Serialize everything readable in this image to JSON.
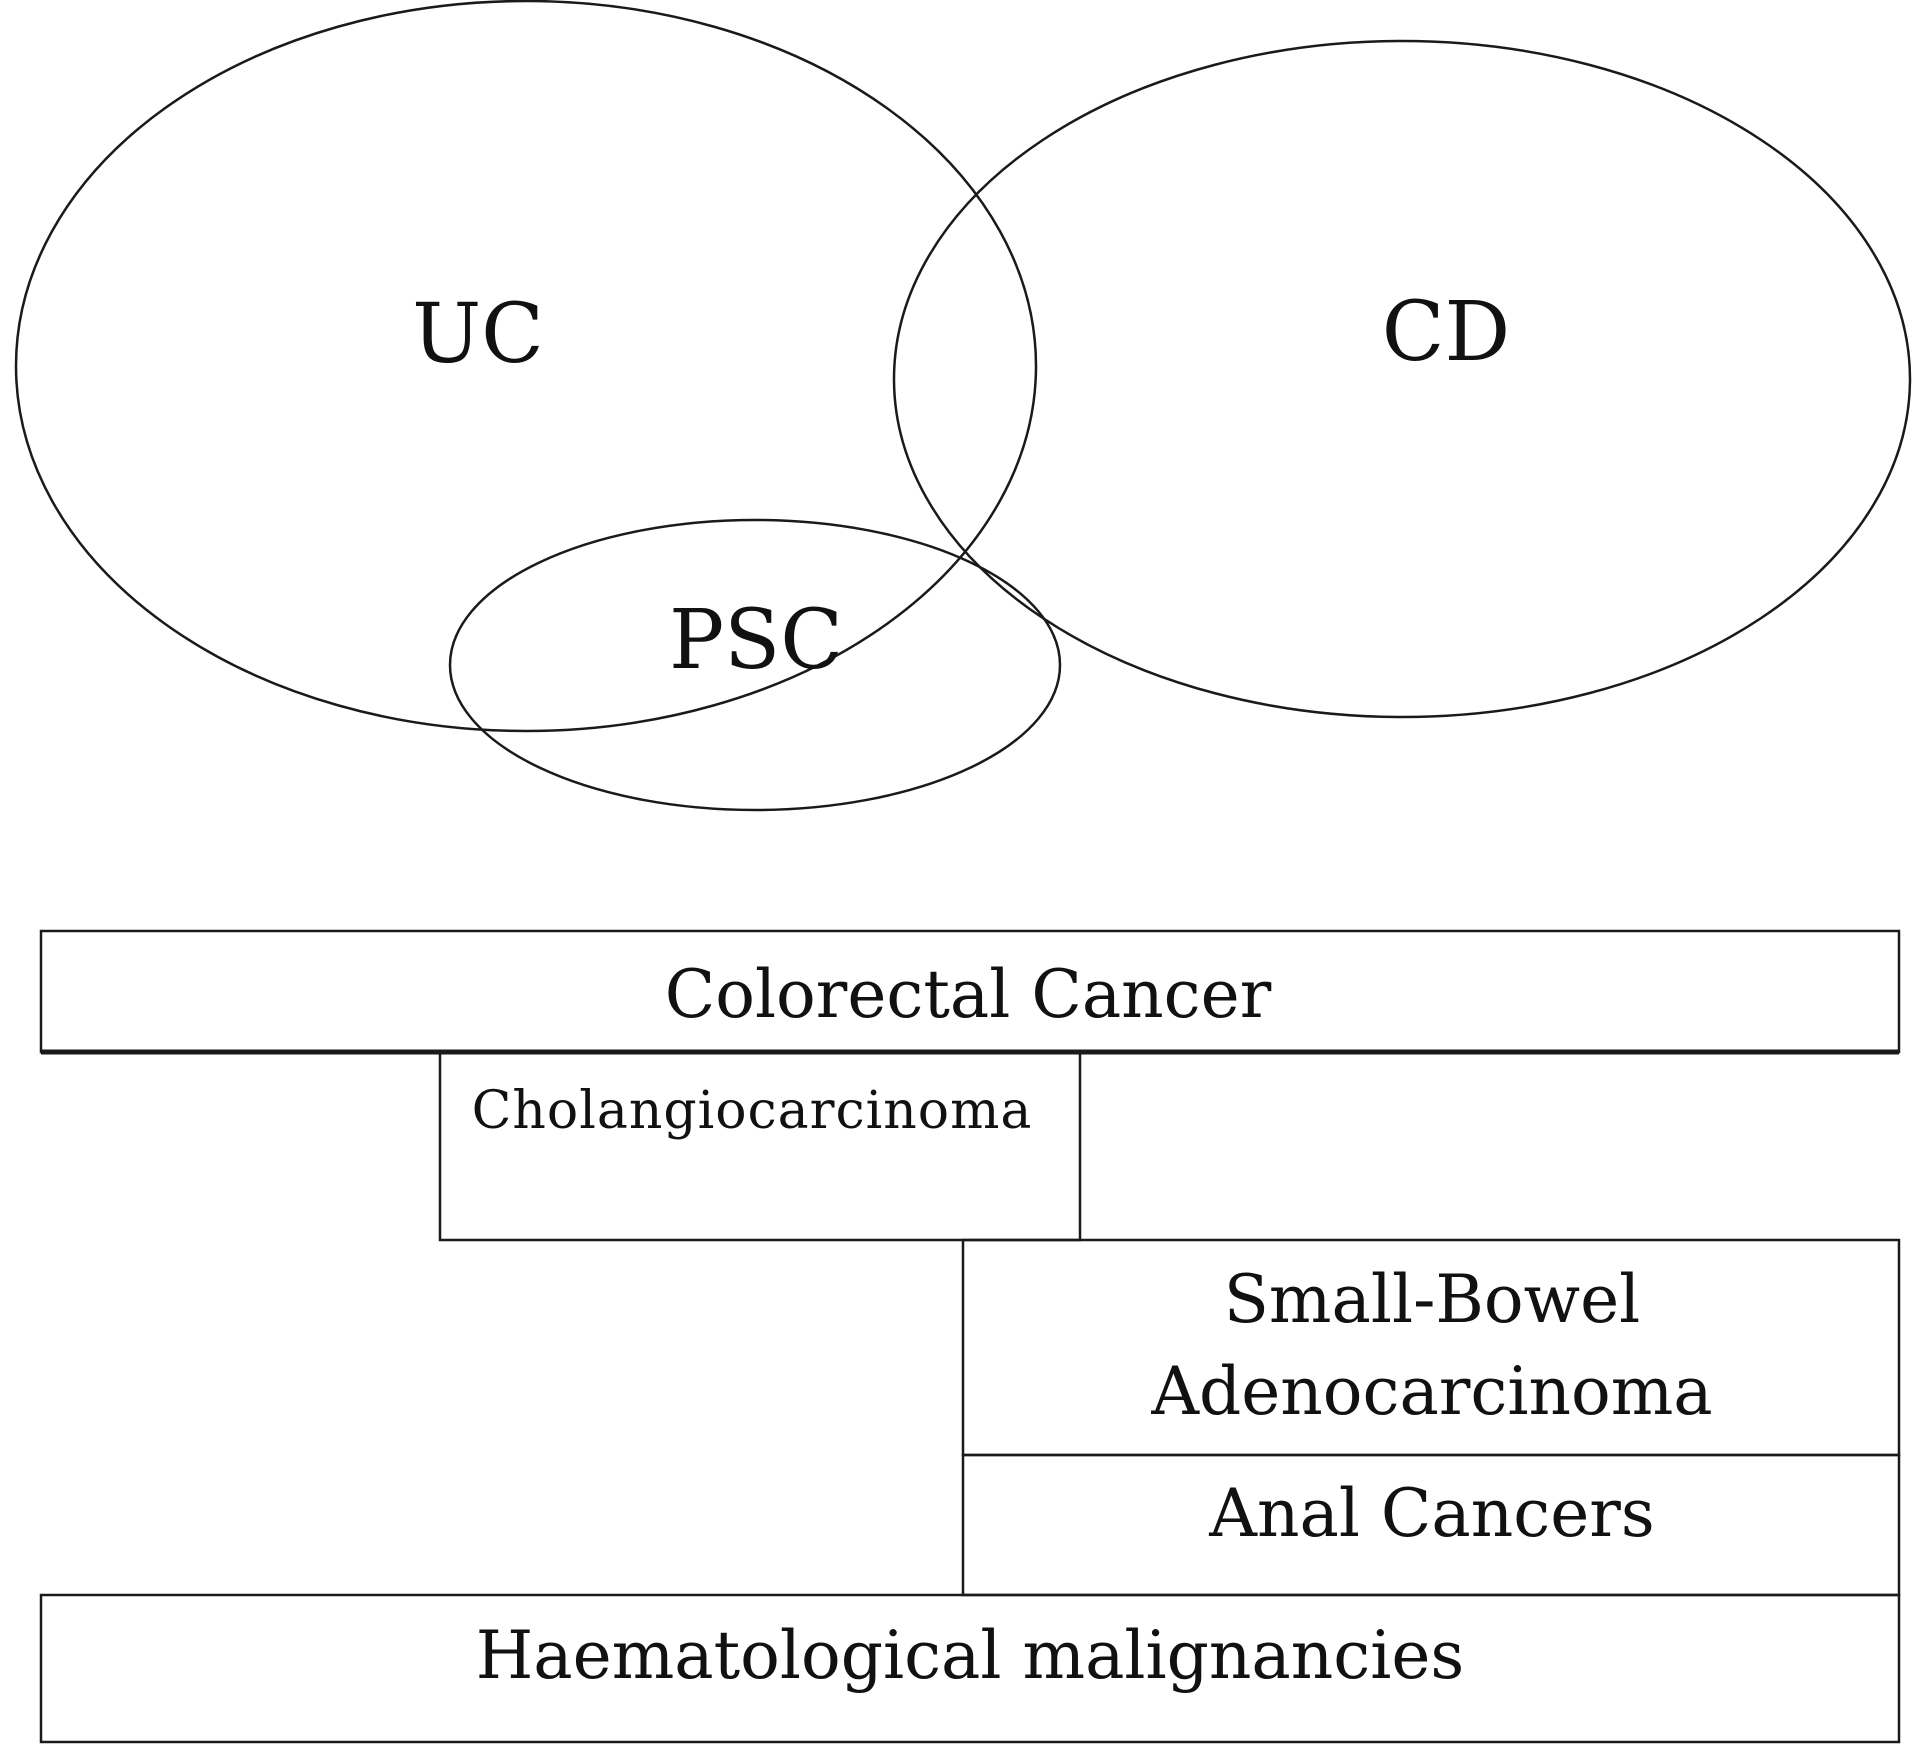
{
  "venn": {
    "uc": "UC",
    "cd": "CD",
    "psc": "PSC"
  },
  "boxes": {
    "colorectal": "Colorectal Cancer",
    "cholangio": "Cholangiocarcinoma",
    "small_bowel_line1": "Small-Bowel",
    "small_bowel_line2": "Adenocarcinoma",
    "anal": "Anal Cancers",
    "haematological": "Haematological malignancies"
  },
  "colors": {
    "stroke": "#1a1a1a",
    "text": "#111111",
    "background": "#ffffff"
  }
}
